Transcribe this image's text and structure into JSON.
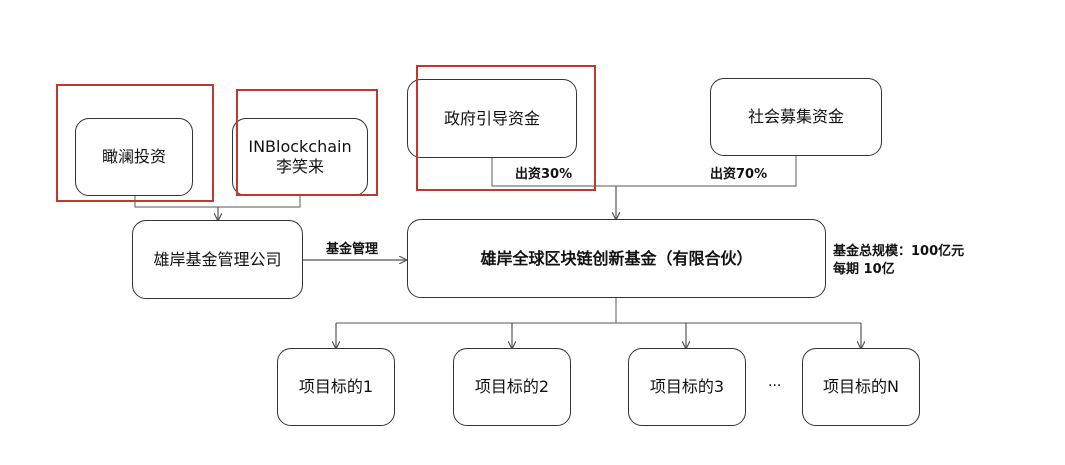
{
  "nodes": {
    "kanlan": "瞰澜投资",
    "inblockchain_line1": "INBlockchain",
    "inblockchain_line2": "李笑来",
    "gov_fund": "政府引导资金",
    "social_fund": "社会募集资金",
    "mgmt_company": "雄岸基金管理公司",
    "main_fund": "雄岸全球区块链创新基金（有限合伙）",
    "project_1": "项目标的1",
    "project_2": "项目标的2",
    "project_3": "项目标的3",
    "project_n": "项目标的N"
  },
  "labels": {
    "gov_share": "出资30%",
    "social_share": "出资70%",
    "fund_management": "基金管理",
    "fund_size": "基金总规模：100亿元",
    "per_period": "每期  10亿",
    "ellipsis": "···"
  },
  "colors": {
    "highlight": "#c0392b",
    "border": "#333333",
    "line": "#555555"
  }
}
